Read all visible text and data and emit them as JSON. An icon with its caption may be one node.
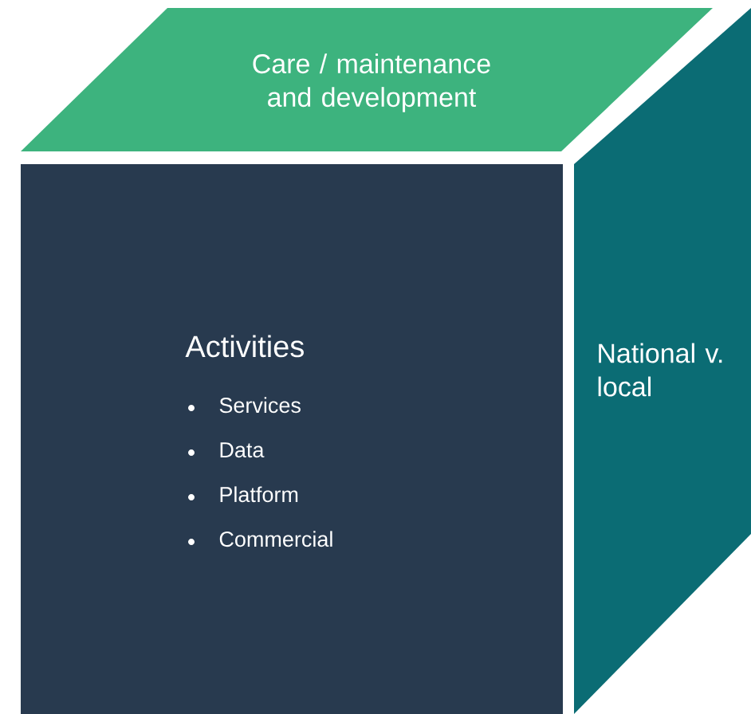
{
  "diagram": {
    "nodes": [
      {
        "text": [
          "Care / maintenance and development"
        ]
      },
      {
        "text": [
          "Activities",
          "Services",
          "Data",
          "Platform",
          "Commercial"
        ]
      },
      {
        "text": [
          "National v. local"
        ]
      }
    ]
  }
}
